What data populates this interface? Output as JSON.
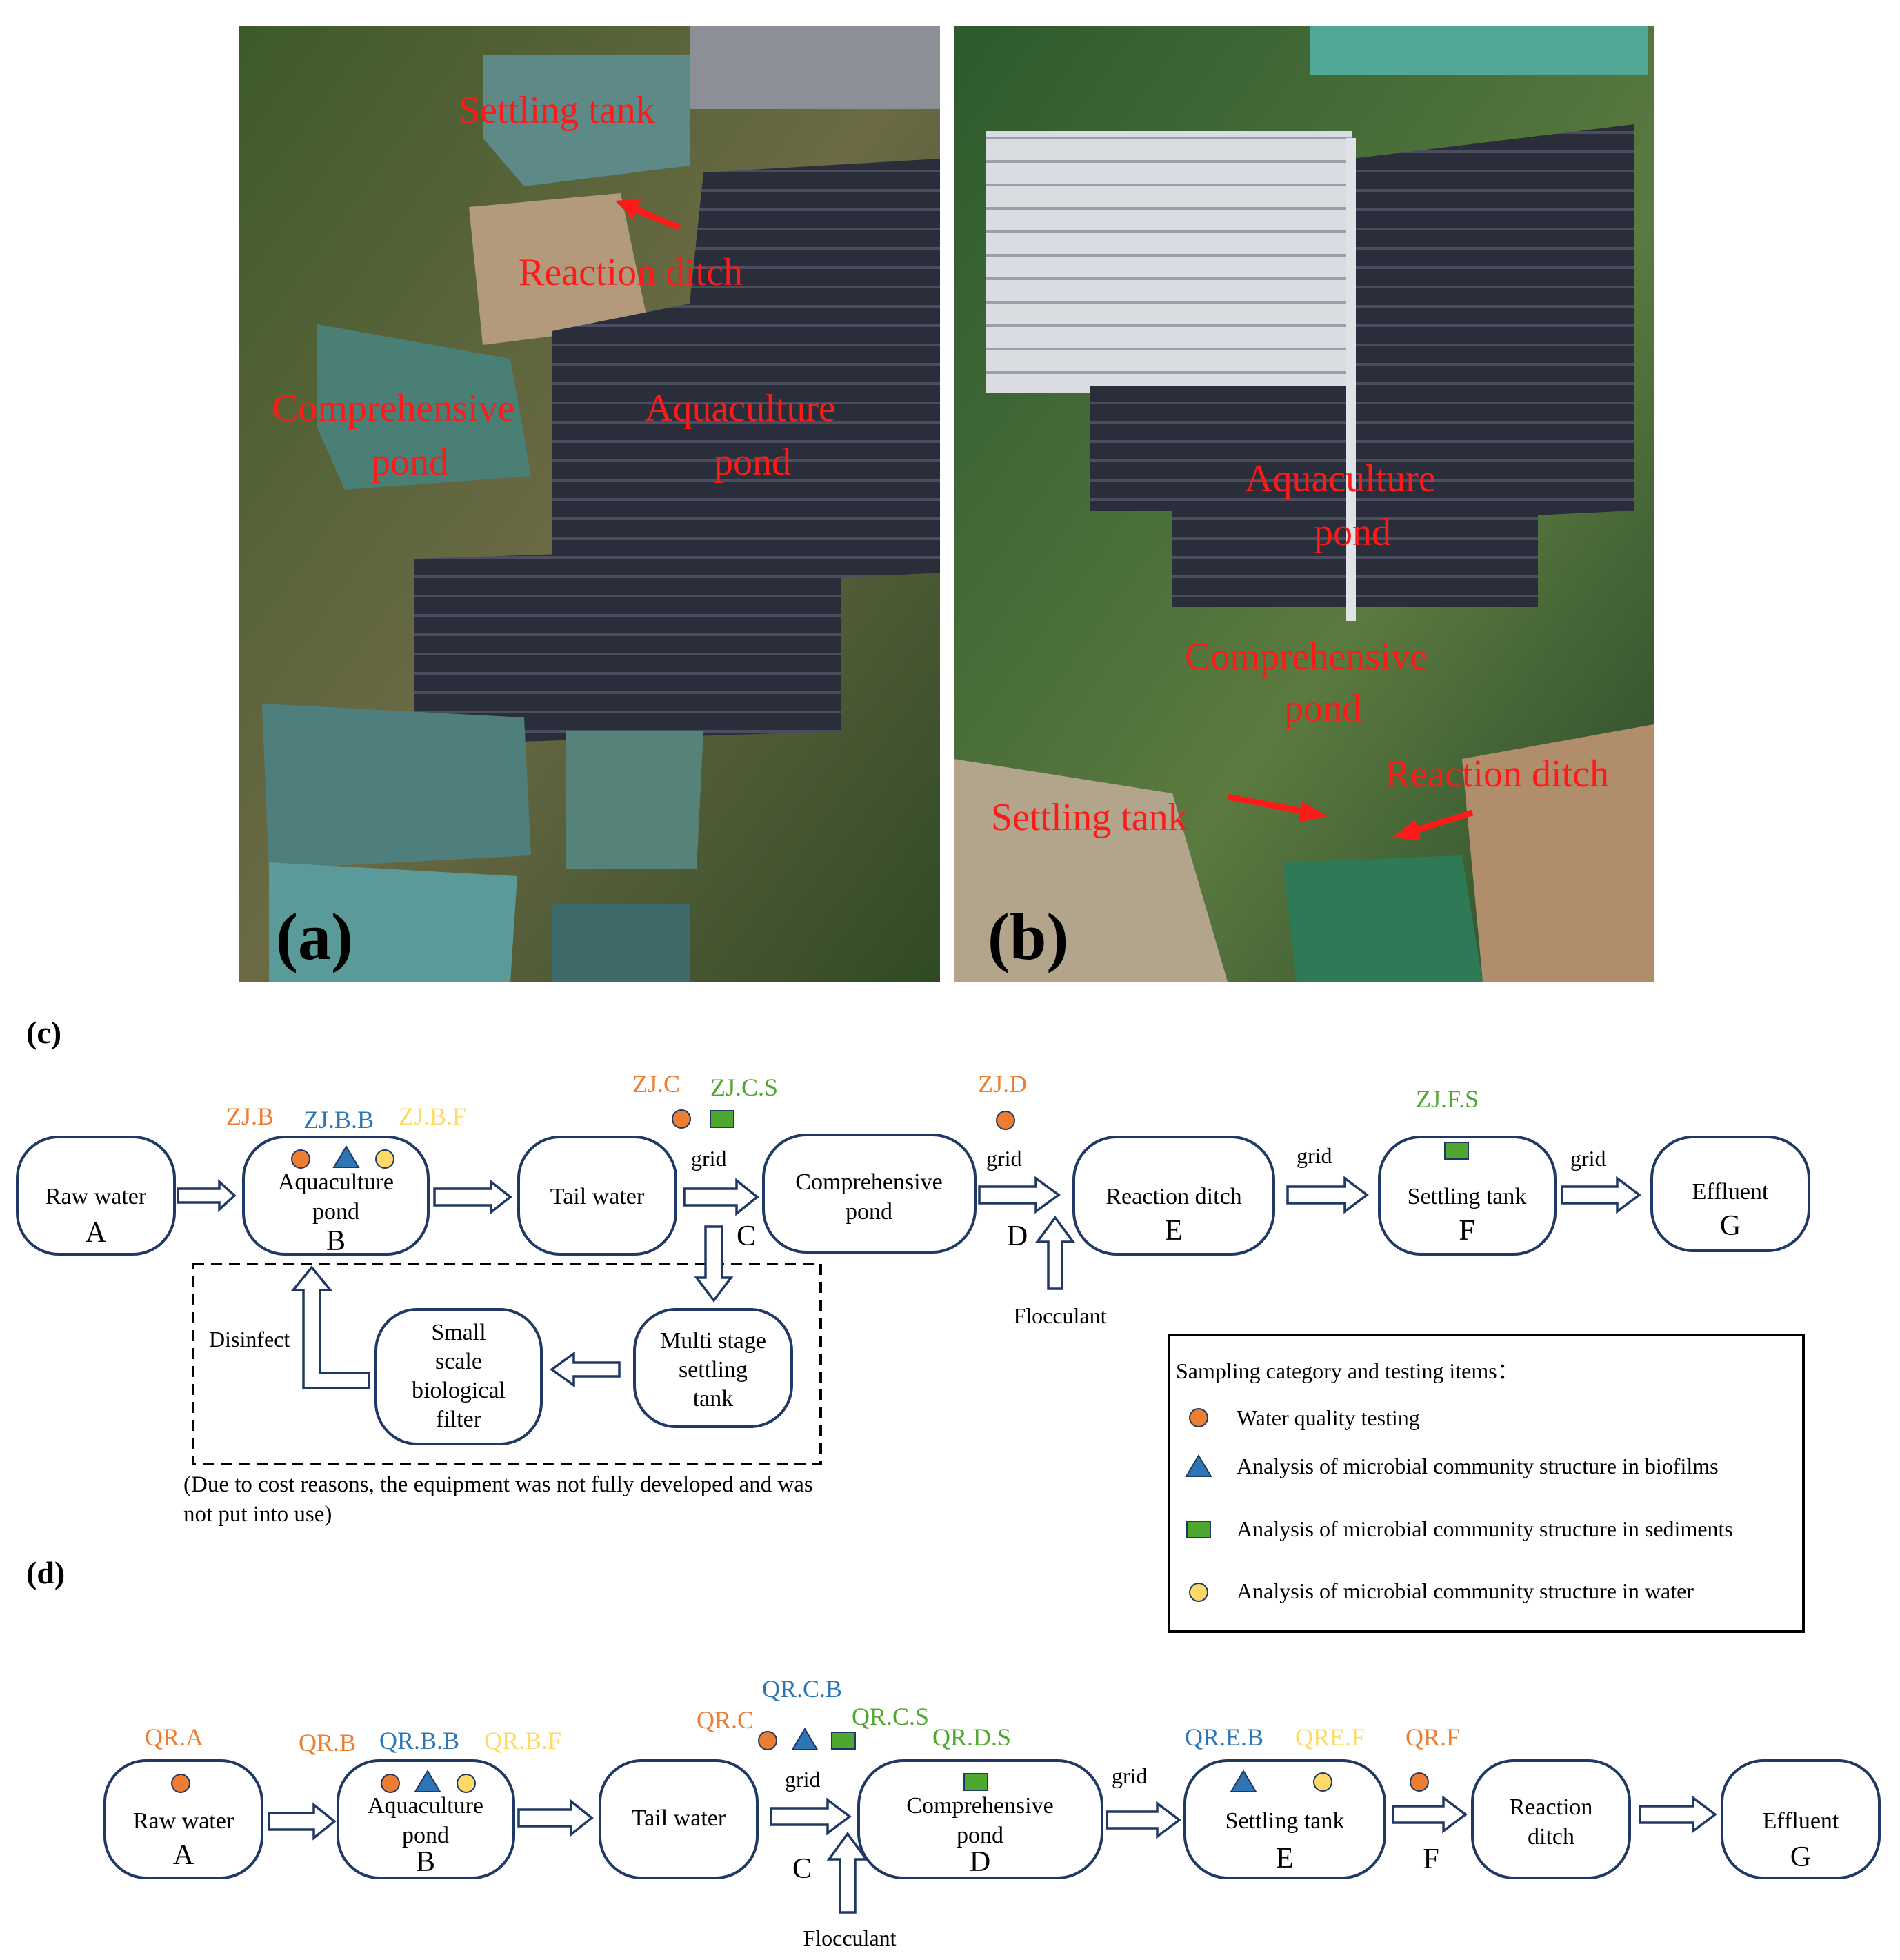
{
  "colors": {
    "water_quality": "#ed7d31",
    "biofilm": "#2e75b6",
    "sediment": "#4ea72e",
    "water_community": "#ffd966",
    "photo_text": "#ff1a1a",
    "box_stroke": "#203864"
  },
  "panels": {
    "a": "(a)",
    "b": "(b)",
    "c": "(c)",
    "d": "(d)"
  },
  "photo_a": {
    "settling_tank": "Settling tank",
    "reaction_ditch": "Reaction ditch",
    "comprehensive_1": "Comprehensive",
    "comprehensive_2": "pond",
    "aquaculture_1": "Aquaculture",
    "aquaculture_2": "pond"
  },
  "photo_b": {
    "aquaculture_1": "Aquaculture",
    "aquaculture_2": "pond",
    "comprehensive_1": "Comprehensive",
    "comprehensive_2": "pond",
    "reaction_ditch": "Reaction ditch",
    "settling_tank": "Settling tank"
  },
  "diagram_c": {
    "nodes": {
      "raw": {
        "label": "Raw water",
        "letter": "A"
      },
      "aqua": {
        "label1": "Aquaculture",
        "label2": "pond",
        "letter": "B"
      },
      "tail": {
        "label": "Tail water"
      },
      "comp": {
        "label1": "Comprehensive",
        "label2": "pond"
      },
      "react": {
        "label": "Reaction ditch",
        "letter": "E"
      },
      "settle": {
        "label": "Settling tank",
        "letter": "F"
      },
      "effluent": {
        "label": "Effluent",
        "letter": "G"
      },
      "multi": {
        "label1": "Multi stage",
        "label2": "settling",
        "label3": "tank"
      },
      "bio": {
        "label1": "Small",
        "label2": "scale",
        "label3": "biological",
        "label4": "filter"
      }
    },
    "point_c": "C",
    "point_d": "D",
    "grid": "grid",
    "flocculant": "Flocculant",
    "disinfect": "Disinfect",
    "note1": "(Due to cost reasons, the equipment was not fully developed and was",
    "note2": "not put into use)",
    "samples": {
      "zjb": "ZJ.B",
      "zjbb": "ZJ.B.B",
      "zjbf": "ZJ.B.F",
      "zjc": "ZJ.C",
      "zjcs": "ZJ.C.S",
      "zjd": "ZJ.D",
      "zjfs": "ZJ.F.S"
    }
  },
  "legend": {
    "title": "Sampling category and testing items：",
    "items": [
      "Water quality testing",
      "Analysis of microbial community structure in biofilms",
      "Analysis of microbial community structure in sediments",
      "Analysis of microbial community structure in water"
    ]
  },
  "diagram_d": {
    "nodes": {
      "raw": {
        "label": "Raw water",
        "letter": "A"
      },
      "aqua": {
        "label1": "Aquaculture",
        "label2": "pond",
        "letter": "B"
      },
      "tail": {
        "label": "Tail water"
      },
      "comp": {
        "label1": "Comprehensive",
        "label2": "pond",
        "letter": "D"
      },
      "settle": {
        "label": "Settling tank",
        "letter": "E"
      },
      "react": {
        "label1": "Reaction",
        "label2": "ditch"
      },
      "effluent": {
        "label": "Effluent",
        "letter": "G"
      }
    },
    "point_c": "C",
    "point_f": "F",
    "grid": "grid",
    "flocculant": "Flocculant",
    "samples": {
      "qra": "QR.A",
      "qrb": "QR.B",
      "qrbb": "QR.B.B",
      "qrbf": "QR.B.F",
      "qrc": "QR.C",
      "qrcb": "QR.C.B",
      "qrcs": "QR.C.S",
      "qrds": "QR.D.S",
      "qreb": "QR.E.B",
      "qref": "QRE.F",
      "qrf": "QR.F"
    }
  }
}
